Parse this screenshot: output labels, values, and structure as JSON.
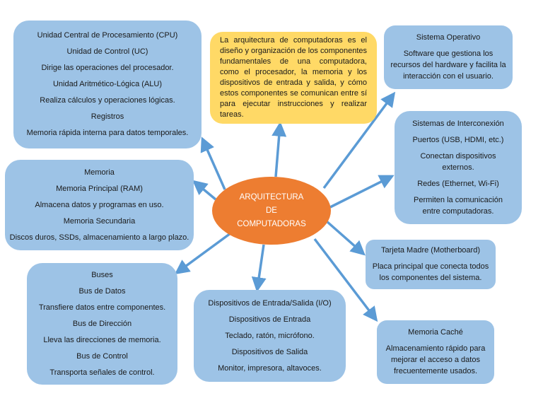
{
  "center": {
    "lines": [
      "ARQUITECTURA",
      "DE",
      "COMPUTADORAS"
    ]
  },
  "intro": {
    "text": "La arquitectura de computadoras es el diseño y organización de los componentes fundamentales de una computadora, como el procesador, la memoria y los dispositivos de entrada y salida, y cómo estos componentes se comunican entre sí para ejecutar instrucciones y realizar tareas."
  },
  "cpu": {
    "lines": [
      "Unidad Central de Procesamiento (CPU)",
      "Unidad de Control (UC)",
      "Dirige las operaciones del procesador.",
      "Unidad Aritmético-Lógica (ALU)",
      "Realiza cálculos y operaciones lógicas.",
      "Registros",
      "Memoria rápida interna para datos temporales."
    ]
  },
  "memoria": {
    "lines": [
      "Memoria",
      "Memoria Principal (RAM)",
      "Almacena datos y programas en uso.",
      "Memoria Secundaria",
      "Discos duros, SSDs, almacenamiento a largo plazo."
    ]
  },
  "buses": {
    "lines": [
      "Buses",
      "Bus de Datos",
      "Transfiere datos entre componentes.",
      "Bus de Dirección",
      "Lleva las direcciones de memoria.",
      "Bus de Control",
      "Transporta señales de control."
    ]
  },
  "io": {
    "lines": [
      "Dispositivos de Entrada/Salida (I/O)",
      "Dispositivos de Entrada",
      "Teclado, ratón, micrófono.",
      "Dispositivos de Salida",
      "Monitor, impresora, altavoces."
    ]
  },
  "so": {
    "lines": [
      "Sistema Operativo",
      "Software que gestiona los",
      "recursos del hardware y facilita la",
      "interacción con el usuario."
    ]
  },
  "interconexion": {
    "lines": [
      "Sistemas de Interconexión",
      "Puertos (USB, HDMI, etc.)",
      "Conectan dispositivos",
      "externos.",
      "Redes (Ethernet, Wi-Fi)",
      "Permiten la comunicación",
      "entre computadoras."
    ]
  },
  "tarjeta": {
    "lines": [
      "Tarjeta Madre (Motherboard)",
      "Placa principal que conecta todos",
      "los componentes del sistema."
    ]
  },
  "cache": {
    "lines": [
      "Memoria Caché",
      "Almacenamiento rápido para",
      "mejorar el acceso a datos",
      "frecuentemente usados."
    ]
  },
  "colors": {
    "center": "#ED7D31",
    "intro": "#FFD966",
    "box": "#9DC3E6",
    "arrow": "#5B9BD5"
  }
}
